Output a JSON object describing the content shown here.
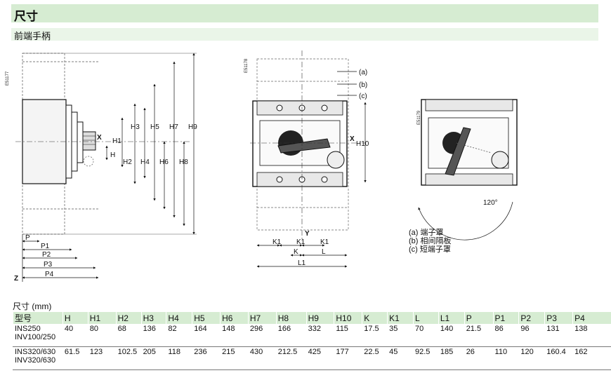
{
  "header": {
    "title": "尺寸",
    "subtitle": "前端手柄"
  },
  "figure1": {
    "code": "E51177",
    "dims": [
      "H1",
      "H2",
      "H3",
      "H4",
      "H5",
      "H6",
      "H7",
      "H8",
      "H9",
      "H"
    ],
    "x_label": "X",
    "z_label": "Z",
    "p_dims": [
      "P",
      "P1",
      "P2",
      "P3",
      "P4"
    ]
  },
  "figure2": {
    "code": "E51178",
    "callouts": [
      "(a)",
      "(b)",
      "(c)"
    ],
    "x_label": "X",
    "h10_label": "H10",
    "y_label": "Y",
    "k_dims": [
      "K1",
      "K1",
      "K1",
      "K",
      "L",
      "L1"
    ]
  },
  "figure3": {
    "code": "E51179",
    "angle": "120°"
  },
  "legend": [
    "(a) 端子罩",
    "(b) 相间隔板",
    "(c) 短端子罩"
  ],
  "table": {
    "caption": "尺寸 (mm)",
    "headers": [
      "型号",
      "H",
      "H1",
      "H2",
      "H3",
      "H4",
      "H5",
      "H6",
      "H7",
      "H8",
      "H9",
      "H10",
      "K",
      "K1",
      "L",
      "L1",
      "P",
      "P1",
      "P2",
      "P3",
      "P4"
    ],
    "rows": [
      {
        "model": [
          "INS250",
          "INV100/250"
        ],
        "values": [
          "40",
          "80",
          "68",
          "136",
          "82",
          "164",
          "148",
          "296",
          "166",
          "332",
          "115",
          "17.5",
          "35",
          "70",
          "140",
          "21.5",
          "86",
          "96",
          "131",
          "138"
        ]
      },
      {
        "model": [
          "INS320/630",
          "INV320/630"
        ],
        "values": [
          "61.5",
          "123",
          "102.5",
          "205",
          "118",
          "236",
          "215",
          "430",
          "212.5",
          "425",
          "177",
          "22.5",
          "45",
          "92.5",
          "185",
          "26",
          "110",
          "120",
          "160.4",
          "162"
        ]
      }
    ]
  }
}
